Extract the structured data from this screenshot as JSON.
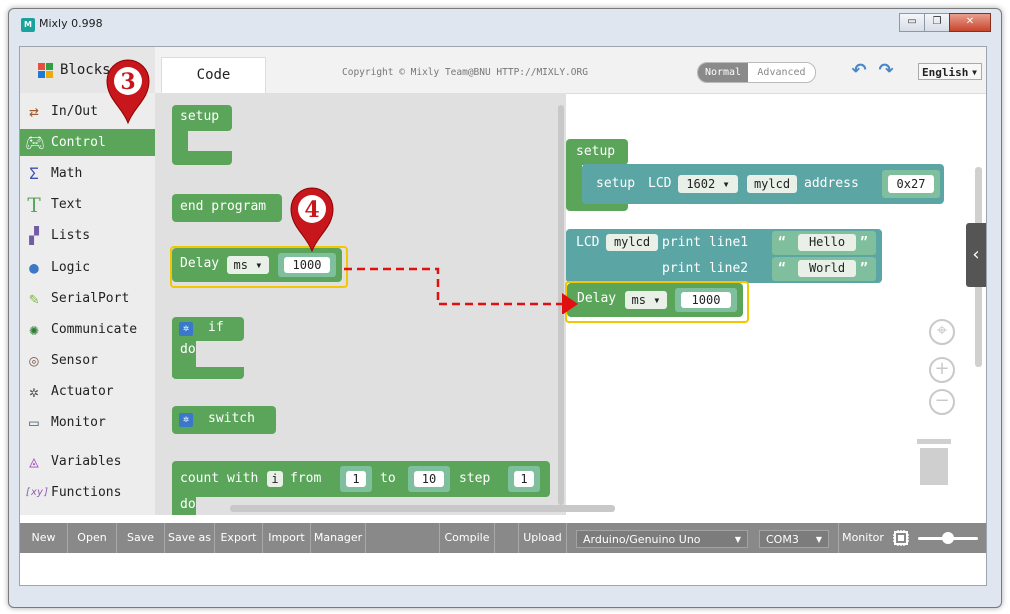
{
  "window": {
    "title": "Mixly 0.998",
    "minimize": "▭",
    "maximize": "❐",
    "close": "✕"
  },
  "header": {
    "blocks_label": "Blocks",
    "code_label": "Code",
    "copyright": "Copyright © Mixly Team@BNU HTTP://MIXLY.ORG",
    "mode_normal": "Normal",
    "mode_advanced": "Advanced",
    "language": "English"
  },
  "sidebar": {
    "items": [
      {
        "label": "In/Out",
        "icon": "inout-icon"
      },
      {
        "label": "Control",
        "icon": "gamepad-icon"
      },
      {
        "label": "Math",
        "icon": "math-icon"
      },
      {
        "label": "Text",
        "icon": "text-icon"
      },
      {
        "label": "Lists",
        "icon": "lists-icon"
      },
      {
        "label": "Logic",
        "icon": "lightbulb-icon"
      },
      {
        "label": "SerialPort",
        "icon": "serialport-icon"
      },
      {
        "label": "Communicate",
        "icon": "satellite-icon"
      },
      {
        "label": "Sensor",
        "icon": "sensor-icon"
      },
      {
        "label": "Actuator",
        "icon": "actuator-icon"
      },
      {
        "label": "Monitor",
        "icon": "monitor-icon"
      },
      {
        "label": "Variables",
        "icon": "variables-icon"
      },
      {
        "label": "Functions",
        "icon": "functions-icon"
      }
    ],
    "active": "Control"
  },
  "flyout": {
    "setup": "setup",
    "end_program": "end program",
    "delay": {
      "label": "Delay",
      "unit": "ms",
      "value": "1000"
    },
    "if": "if",
    "do": "do",
    "switch": "switch",
    "count": {
      "count_with": "count with",
      "var": "i",
      "from": "from",
      "from_val": "1",
      "to": "to",
      "to_val": "10",
      "step": "step",
      "step_val": "1",
      "do": "do"
    }
  },
  "workspace": {
    "setup": "setup",
    "setup_lcd": {
      "label": "setup",
      "lcd": "LCD",
      "model": "1602",
      "name": "mylcd",
      "address_label": "address",
      "address": "0x27"
    },
    "print": {
      "lcd": "LCD",
      "name": "mylcd",
      "line1_label": "print line1",
      "line1": "Hello",
      "line2_label": "print line2",
      "line2": "World",
      "quote_open": "“",
      "quote_close": "”"
    },
    "delay": {
      "label": "Delay",
      "unit": "ms",
      "value": "1000"
    }
  },
  "markers": {
    "step3": "3",
    "step4": "4"
  },
  "toolbar": {
    "new": "New",
    "open": "Open",
    "save": "Save",
    "save_as": "Save as",
    "export": "Export",
    "import": "Import",
    "manager": "Manager",
    "compile": "Compile",
    "upload": "Upload",
    "board": "Arduino/Genuino Uno",
    "port": "COM3",
    "monitor": "Monitor"
  },
  "colors": {
    "control_green": "#5ba55b",
    "lcd_teal": "#5ba5a5",
    "highlight": "#f2c600",
    "marker_red": "#c8161d",
    "arrow_red": "#e01010"
  }
}
